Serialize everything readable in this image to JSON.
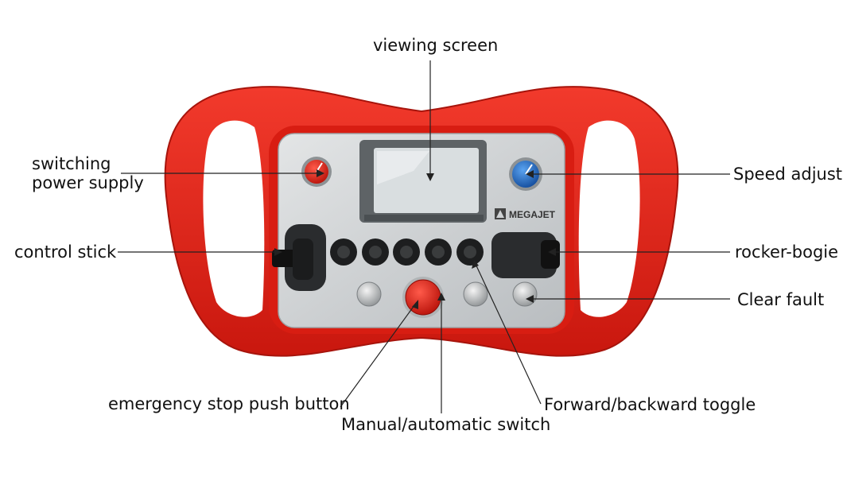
{
  "device": {
    "brand": "MEGAJET",
    "colors": {
      "frame": "#e8261b",
      "frame_shade": "#b5150d",
      "panel": "#cfd2d4",
      "estop": "#e01e14",
      "speed_knob": "#1f6fd1",
      "power_knob": "#e23a2a"
    }
  },
  "callouts": {
    "viewing_screen": "viewing screen",
    "switching_power_supply": "switching\npower supply",
    "speed_adjust": "Speed adjust",
    "control_stick": "control stick",
    "rocker_bogie": "rocker-bogie",
    "clear_fault": "Clear fault",
    "emergency_stop": "emergency stop push button",
    "manual_auto_switch": "Manual/automatic switch",
    "forward_backward_toggle": "Forward/backward toggle"
  }
}
